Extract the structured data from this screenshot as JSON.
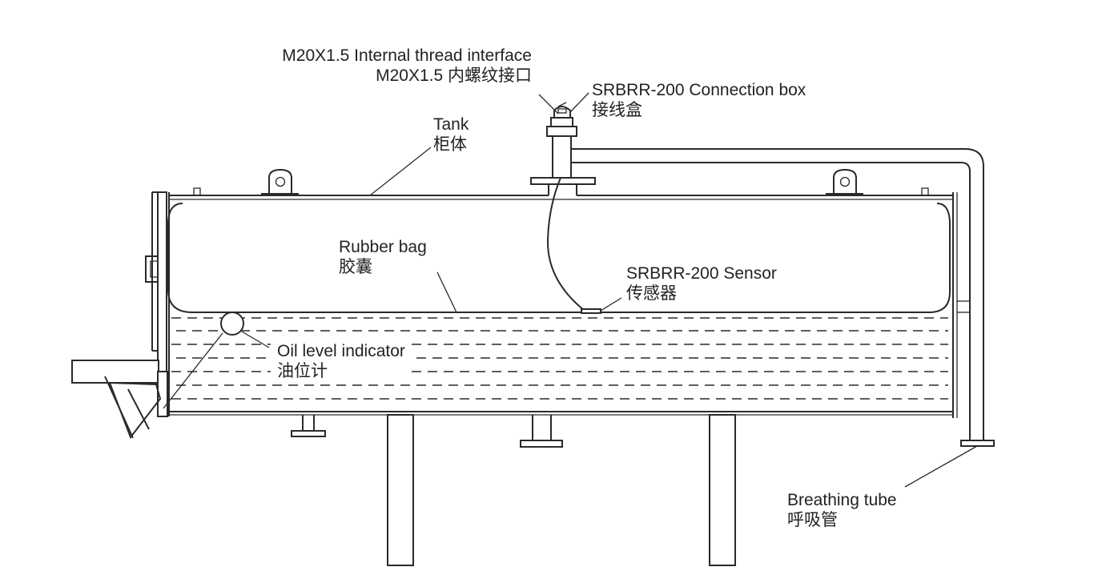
{
  "labels": {
    "thread_interface": {
      "en": "M20X1.5 Internal thread interface",
      "zh": "M20X1.5 内螺纹接口"
    },
    "connection_box": {
      "en": "SRBRR-200 Connection box",
      "zh": "接线盒"
    },
    "tank": {
      "en": "Tank",
      "zh": "柜体"
    },
    "rubber_bag": {
      "en": "Rubber bag",
      "zh": "胶囊"
    },
    "sensor": {
      "en": "SRBRR-200 Sensor",
      "zh": "传感器"
    },
    "oil_level_indicator": {
      "en": "Oil level indicator",
      "zh": "油位计"
    },
    "breathing_tube": {
      "en": "Breathing tube",
      "zh": "呼吸管"
    }
  },
  "colors": {
    "line": "#2a2a2a",
    "text": "#222222",
    "background": "#ffffff"
  }
}
